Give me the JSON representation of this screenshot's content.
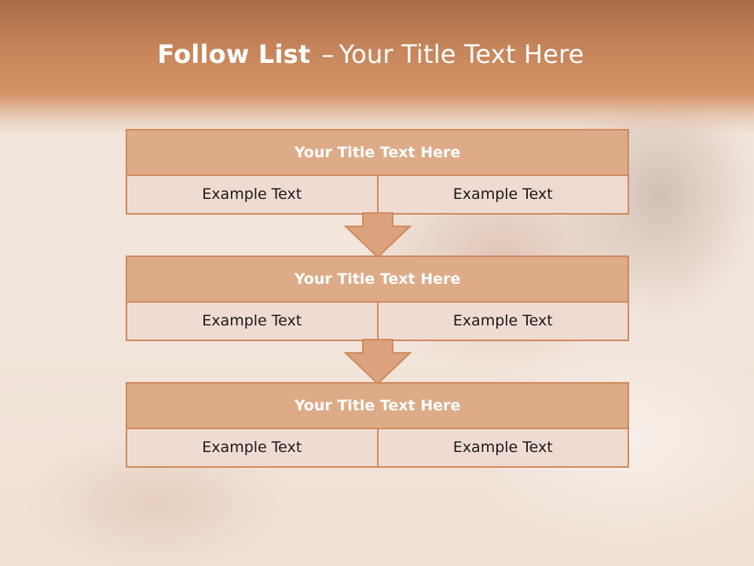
{
  "slide": {
    "title_bold": "Follow List",
    "title_separator": "–",
    "title_rest": "Your Title Text Here"
  },
  "blocks": [
    {
      "title": "Your Title Text Here",
      "left": "Example Text",
      "right": "Example Text"
    },
    {
      "title": "Your Title Text Here",
      "left": "Example Text",
      "right": "Example Text"
    },
    {
      "title": "Your Title Text Here",
      "left": "Example Text",
      "right": "Example Text"
    }
  ],
  "colors": {
    "accent": "#d08a5e",
    "header_fill": "#ddab87",
    "cell_fill": "#efdbd2",
    "band": "#c5845a"
  },
  "icons": [
    "down-arrow-icon",
    "down-arrow-icon"
  ]
}
